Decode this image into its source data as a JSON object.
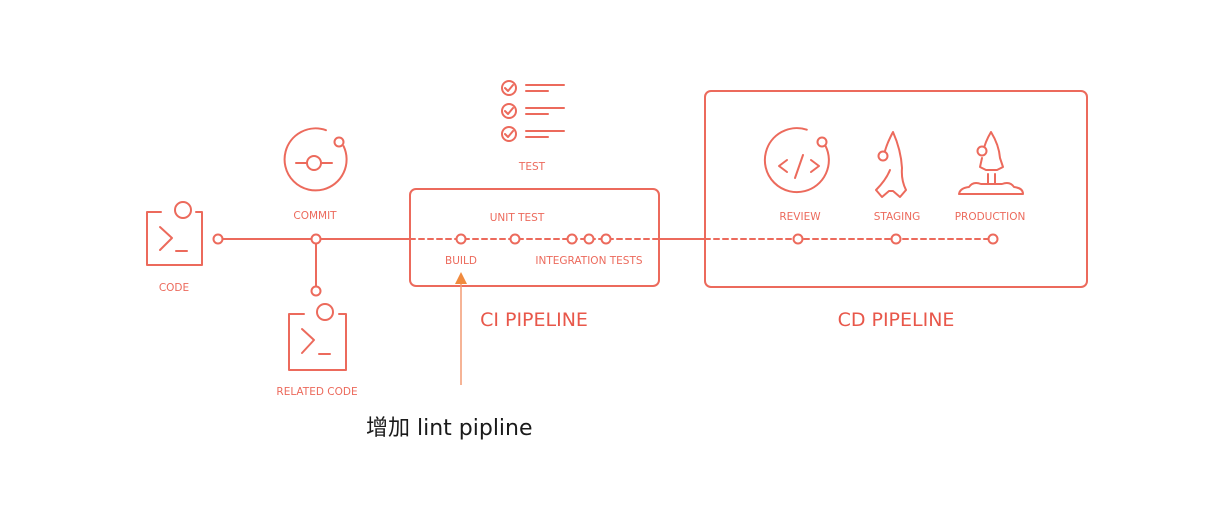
{
  "diagram": {
    "nodes": {
      "code": "CODE",
      "commit": "COMMIT",
      "related_code": "RELATED CODE",
      "test": "TEST",
      "unit_test": "UNIT TEST",
      "build": "BUILD",
      "integration_tests": "INTEGRATION TESTS",
      "review": "REVIEW",
      "staging": "STAGING",
      "production": "PRODUCTION"
    },
    "groups": {
      "ci": "CI PIPELINE",
      "cd": "CD PIPELINE"
    },
    "annotation": "增加 lint pipline",
    "colors": {
      "primary": "#ec6a5c",
      "annotation_arrow": "#f29a72",
      "annotation_text": "#1a1a1a"
    }
  }
}
